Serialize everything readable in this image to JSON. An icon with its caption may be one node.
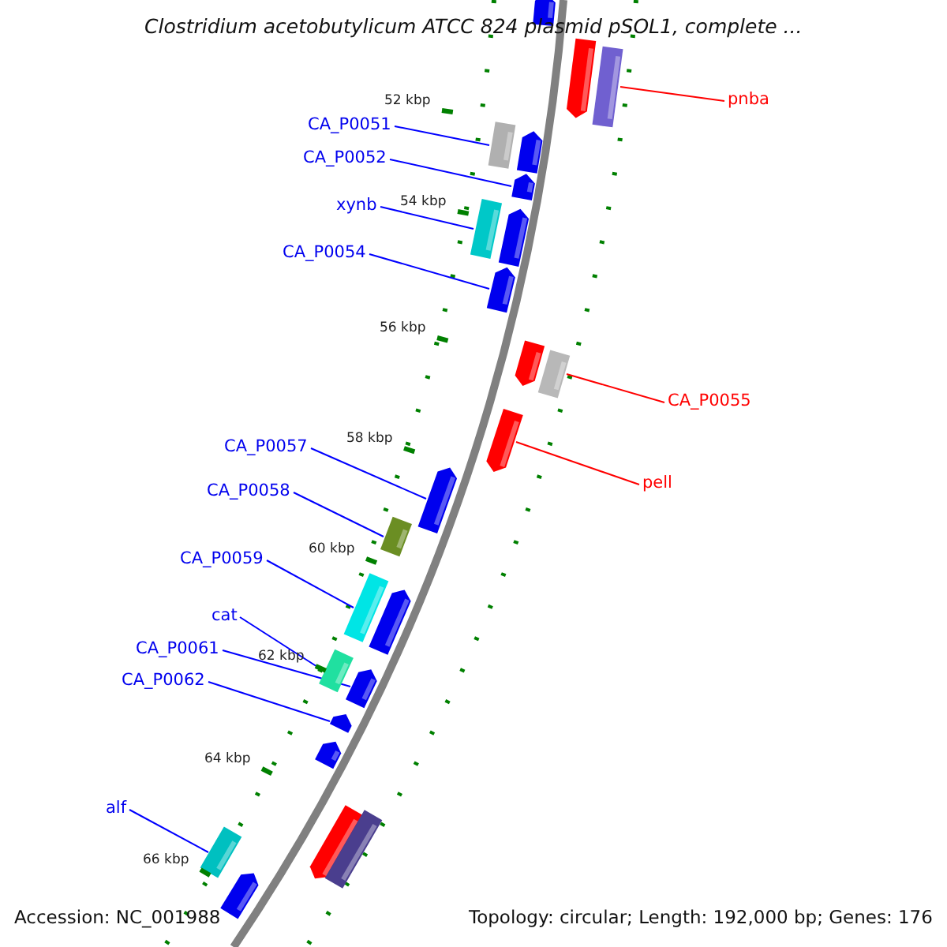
{
  "diagram": {
    "title": "Clostridium acetobutylicum ATCC 824 plasmid pSOL1, complete ...",
    "nodes": [
      {
        "text": [
          "pnba"
        ]
      },
      {
        "text": [],
        "shape": "bar"
      },
      {
        "text": [
          "CA_P0051"
        ]
      },
      {
        "text": [],
        "shape": "bar"
      },
      {
        "text": [
          "CA_P0052"
        ]
      },
      {
        "text": [],
        "shape": "arrow"
      },
      {
        "text": [
          "xynb"
        ]
      },
      {
        "text": [],
        "shape": "bar"
      },
      {
        "text": [
          "CA_P0054"
        ]
      },
      {
        "text": [],
        "shape": "arrow"
      },
      {
        "text": [
          "CA_P0055"
        ]
      },
      {
        "text": [],
        "shape": "bar"
      },
      {
        "text": [
          "CA_P0057"
        ]
      },
      {
        "text": [],
        "shape": "arrow"
      },
      {
        "text": [
          "pell"
        ]
      },
      {
        "text": [],
        "shape": "arrow"
      },
      {
        "text": [
          "CA_P0058"
        ]
      },
      {
        "text": [],
        "shape": "bar"
      },
      {
        "text": [
          "CA_P0059"
        ]
      },
      {
        "text": [],
        "shape": "bar"
      },
      {
        "text": [
          "cat"
        ]
      },
      {
        "text": [],
        "shape": "bar"
      },
      {
        "text": [
          "CA_P0061"
        ]
      },
      {
        "text": [],
        "shape": "arrow"
      },
      {
        "text": [
          "CA_P0062"
        ]
      },
      {
        "text": [],
        "shape": "arrow"
      },
      {
        "text": [
          "alf"
        ]
      },
      {
        "text": [],
        "shape": "bar"
      },
      {
        "text": [],
        "shape": "arrow"
      },
      {
        "text": [],
        "shape": "arrow"
      },
      {
        "text": [],
        "shape": "arrow"
      },
      {
        "text": [],
        "shape": "arrow"
      },
      {
        "text": [],
        "shape": "arrow"
      },
      {
        "text": [],
        "shape": "arrow"
      },
      {
        "text": [],
        "shape": "arrow"
      },
      {
        "text": [],
        "shape": "arrow"
      },
      {
        "text": [],
        "shape": "arrow"
      },
      {
        "text": [],
        "shape": "bar"
      }
    ],
    "edges": [
      {
        "from": 0,
        "to": 1,
        "arrow": "none",
        "color": "#ff0000"
      },
      {
        "from": 2,
        "to": 3,
        "arrow": "none"
      },
      {
        "from": 4,
        "to": 5,
        "arrow": "none"
      },
      {
        "from": 6,
        "to": 7,
        "arrow": "none"
      },
      {
        "from": 8,
        "to": 9,
        "arrow": "none"
      },
      {
        "from": 10,
        "to": 11,
        "arrow": "none",
        "color": "#ff0000"
      },
      {
        "from": 12,
        "to": 13,
        "arrow": "none"
      },
      {
        "from": 14,
        "to": 15,
        "arrow": "none",
        "color": "#ff0000"
      },
      {
        "from": 16,
        "to": 17,
        "arrow": "none"
      },
      {
        "from": 18,
        "to": 19,
        "arrow": "none"
      },
      {
        "from": 20,
        "to": 21,
        "arrow": "none"
      },
      {
        "from": 22,
        "to": 23,
        "arrow": "none"
      },
      {
        "from": 24,
        "to": 25,
        "arrow": "none"
      },
      {
        "from": 26,
        "to": 27,
        "arrow": "none"
      }
    ],
    "labels": [
      "52 kbp",
      "54 kbp",
      "56 kbp",
      "58 kbp",
      "60 kbp",
      "62 kbp",
      "64 kbp",
      "66 kbp",
      "Accession: NC_001988",
      "Topology: circular; Length: 192,000 bp; Genes: 176"
    ]
  }
}
